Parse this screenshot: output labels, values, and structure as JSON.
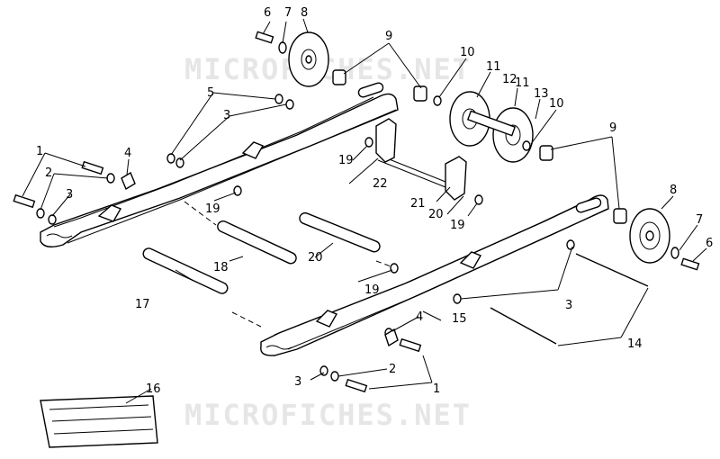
{
  "watermark_top": "MICROFICHES.NET",
  "watermark_bottom": "MICROFICHES.NET",
  "callouts": {
    "c1a": "1",
    "c1b": "1",
    "c2a": "2",
    "c2b": "2",
    "c3a": "3",
    "c3b": "3",
    "c3c": "3",
    "c3d": "3",
    "c4a": "4",
    "c4b": "4",
    "c5": "5",
    "c6a": "6",
    "c6b": "6",
    "c7a": "7",
    "c7b": "7",
    "c8a": "8",
    "c8b": "8",
    "c9a": "9",
    "c9b": "9",
    "c10a": "10",
    "c10b": "10",
    "c11a": "11",
    "c11b": "11",
    "c12": "12",
    "c13": "13",
    "c14": "14",
    "c15": "15",
    "c16": "16",
    "c17": "17",
    "c18": "18",
    "c19a": "19",
    "c19b": "19",
    "c19c": "19",
    "c19d": "19",
    "c20a": "20",
    "c20b": "20",
    "c21": "21",
    "c22": "22"
  }
}
